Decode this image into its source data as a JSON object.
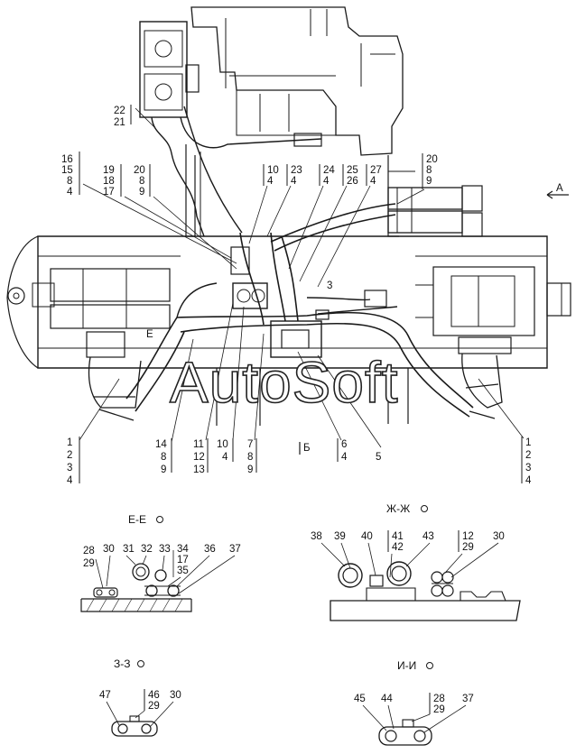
{
  "watermark": "AutoSoft",
  "view_marker": "A",
  "callouts": {
    "c22": "22",
    "c21": "21",
    "c16": "16",
    "c15": "15",
    "c8a": "8",
    "c4a": "4",
    "c19": "19",
    "c18": "18",
    "c17": "17",
    "c20a": "20",
    "c8b": "8",
    "c9a": "9",
    "c10a": "10",
    "c4b": "4",
    "c23": "23",
    "c4c": "4",
    "c24": "24",
    "c4d": "4",
    "c25": "25",
    "c26": "26",
    "c27": "27",
    "c4e": "4",
    "c20b": "20",
    "c8c": "8",
    "c9b": "9",
    "c3sec": "3",
    "ce": "Е",
    "l1": "1",
    "l2": "2",
    "l3": "3",
    "l4": "4",
    "r1": "1",
    "r2": "2",
    "r3": "3",
    "r4": "4",
    "b14": "14",
    "b8": "8",
    "b9": "9",
    "b11": "11",
    "b12": "12",
    "b13": "13",
    "b10": "10",
    "b4a": "4",
    "b7": "7",
    "b8b": "8",
    "b9b": "9",
    "b6": "Б",
    "b6n": "6",
    "b4b": "4",
    "b5": "5"
  },
  "sections": {
    "ee": {
      "title": "Е-Е",
      "labels": [
        "28",
        "29",
        "30",
        "31",
        "32",
        "33",
        "34",
        "17",
        "35",
        "36",
        "37"
      ]
    },
    "zhzh": {
      "title": "Ж-Ж",
      "labels": [
        "38",
        "39",
        "40",
        "41",
        "42",
        "43",
        "12",
        "29",
        "30"
      ]
    },
    "zz": {
      "title": "З-З",
      "labels": [
        "47",
        "46",
        "29",
        "30"
      ]
    },
    "ii": {
      "title": "И-И",
      "labels": [
        "45",
        "44",
        "28",
        "29",
        "37"
      ]
    }
  }
}
